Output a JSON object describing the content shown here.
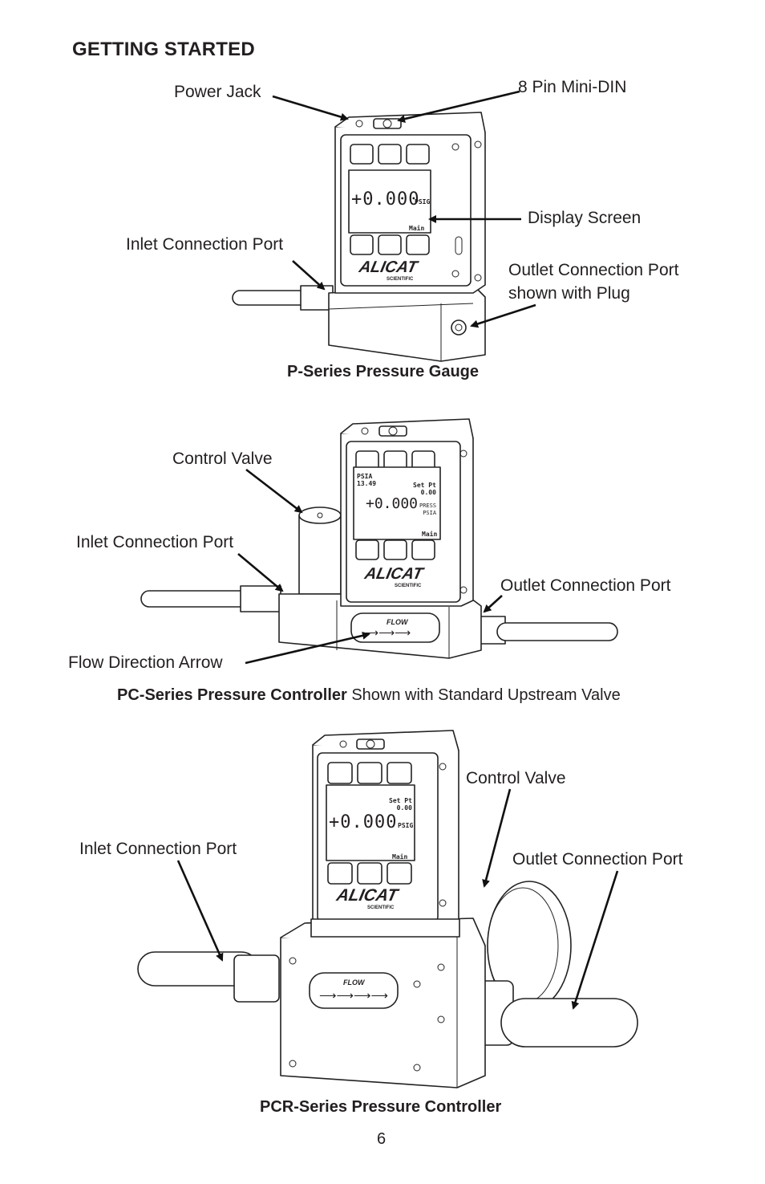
{
  "page": {
    "heading": "GETTING STARTED",
    "page_number": "6"
  },
  "figure1": {
    "labels": {
      "power_jack": "Power Jack",
      "mini_din": "8 Pin Mini-DIN",
      "display_screen": "Display Screen",
      "inlet": "Inlet Connection Port",
      "outlet_line1": "Outlet Connection Port",
      "outlet_line2": "shown with Plug"
    },
    "caption_bold": "P-Series Pressure Gauge",
    "caption_rest": "",
    "screen": {
      "reading": "+0.000",
      "unit": "PSIG",
      "menu": "Main"
    },
    "logo": "ALICAT",
    "logo_sub": "SCIENTIFIC"
  },
  "figure2": {
    "labels": {
      "control_valve": "Control Valve",
      "inlet": "Inlet Connection Port",
      "outlet": "Outlet Connection Port",
      "flow_arrow": "Flow Direction Arrow"
    },
    "caption_bold": "PC-Series Pressure Controller",
    "caption_rest": " Shown with Standard Upstream Valve",
    "screen": {
      "top_left_1": "PSIA",
      "top_left_2": "13.49",
      "top_right_1": "Set Pt",
      "top_right_2": "0.00",
      "reading": "+0.000",
      "side_1": "PRESS",
      "side_2": "PSIA",
      "menu": "Main"
    },
    "flow_text": "FLOW",
    "logo": "ALICAT",
    "logo_sub": "SCIENTIFIC"
  },
  "figure3": {
    "labels": {
      "control_valve": "Control Valve",
      "inlet": "Inlet Connection Port",
      "outlet": "Outlet Connection Port"
    },
    "caption_bold": "PCR-Series Pressure Controller",
    "caption_rest": "",
    "screen": {
      "top_right_1": "Set Pt",
      "top_right_2": "0.00",
      "reading": "+0.000",
      "unit": "PSIG",
      "menu": "Main"
    },
    "flow_text": "FLOW",
    "logo": "ALICAT",
    "logo_sub": "SCIENTIFIC"
  }
}
